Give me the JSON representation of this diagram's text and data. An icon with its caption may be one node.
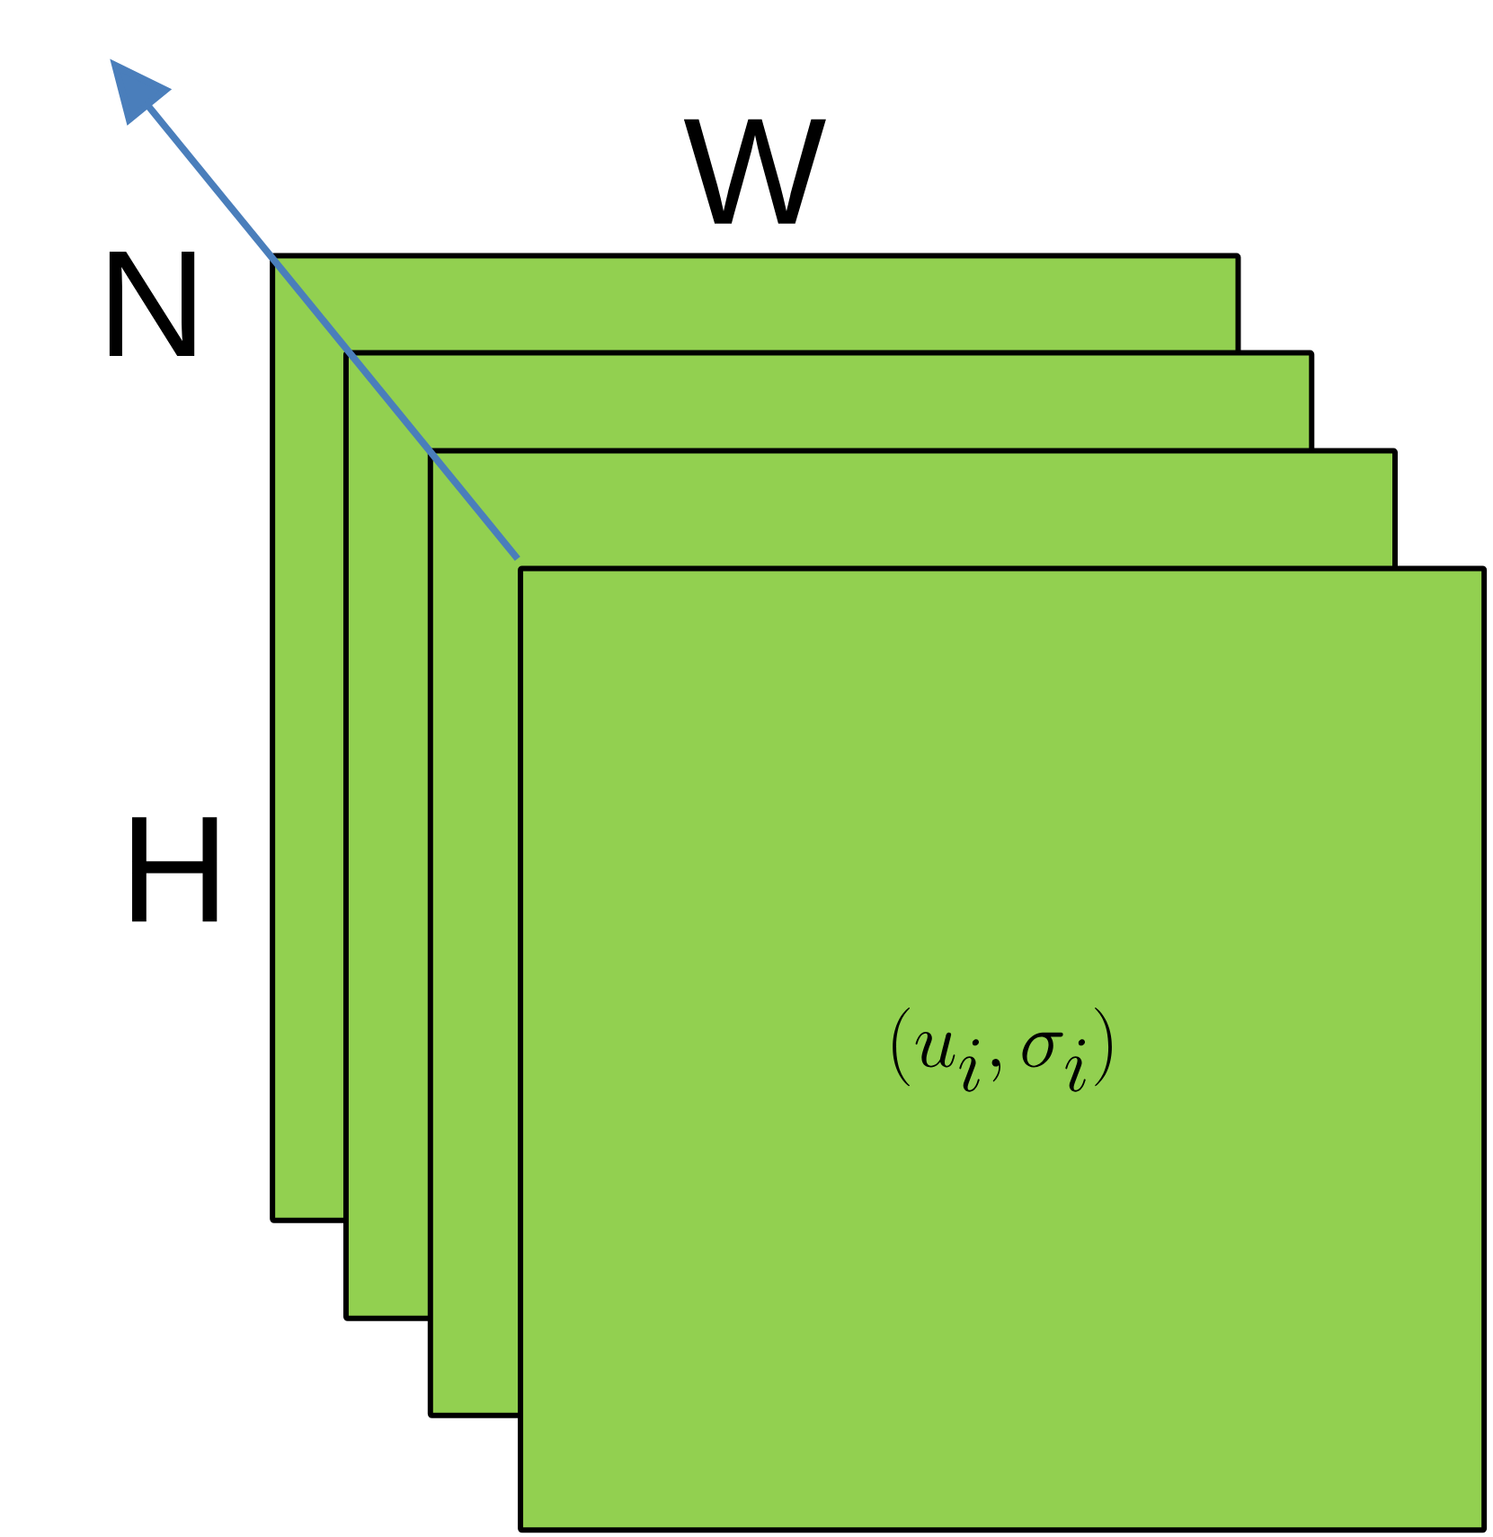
{
  "diagram": {
    "nodes": [
      {
        "text": [],
        "shape": "box"
      },
      {
        "text": [],
        "shape": "box"
      },
      {
        "text": [],
        "shape": "box"
      },
      {
        "text": [
          "(u_i, \\sigma_i)"
        ]
      }
    ],
    "labels": [
      "W",
      "N",
      "H"
    ]
  }
}
